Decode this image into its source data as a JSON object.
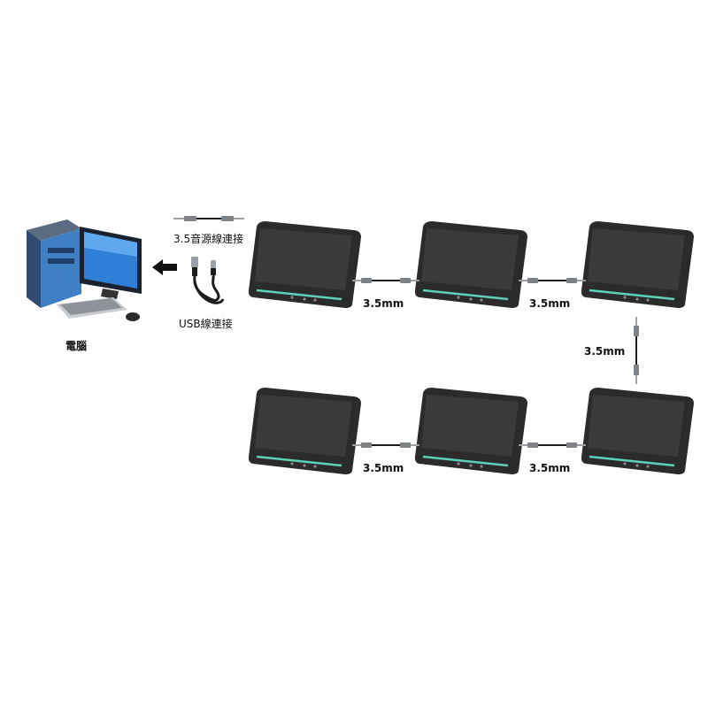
{
  "diagram": {
    "computer_label": "電腦",
    "audio_cable_label": "3.5音源線連接",
    "usb_cable_label": "USB線連接",
    "link_labels": [
      "3.5mm",
      "3.5mm",
      "3.5mm",
      "3.5mm",
      "3.5mm"
    ],
    "speakerphone_count": 6,
    "colors": {
      "device_body": "#2b2b2b",
      "device_mesh": "#3a3a3a",
      "led_strip": "#5fd1b8",
      "arrow": "#111111",
      "cable_metal": "#9aa0a6",
      "cable_black": "#1c1c1c"
    }
  }
}
